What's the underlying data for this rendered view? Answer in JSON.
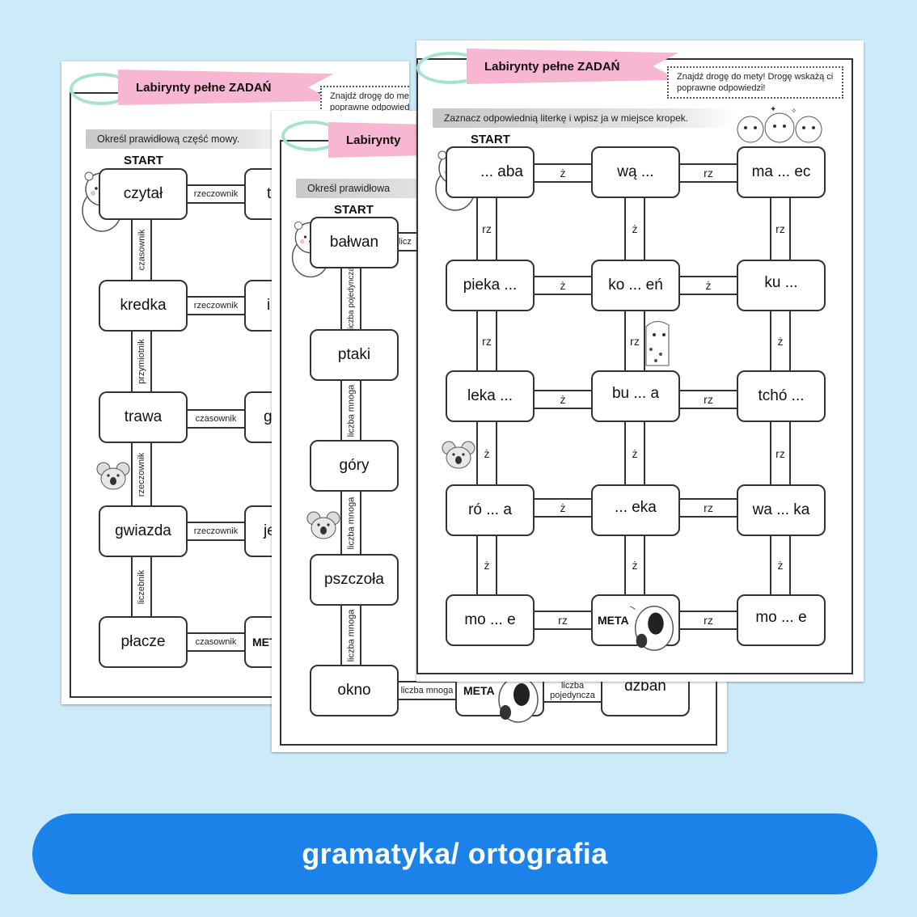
{
  "banner": {
    "text": "gramatyka/ ortografia"
  },
  "sheet1": {
    "ribbon": "Labirynty pełne ZADAŃ",
    "instruction_clip": [
      "Znajdź drogę do met",
      "poprawne odpowied"
    ],
    "subtitle": "Określ prawidłową część mowy.",
    "start": "START",
    "boxes": [
      "czytał",
      "kredka",
      "trawa",
      "gwiazda",
      "płacze"
    ],
    "right_partial": [
      "t",
      "i",
      "g",
      "je",
      "META"
    ],
    "h_connectors": [
      "rzeczownik",
      "rzeczownik",
      "czasownik",
      "rzeczownik",
      "czasownik"
    ],
    "v_connectors": [
      "czasownik",
      "przymiotnik",
      "rzeczownik",
      "liczebnik"
    ]
  },
  "sheet2": {
    "ribbon": "Labirynty",
    "subtitle": "Określ prawidłowa",
    "start": "START",
    "boxes": [
      "bałwan",
      "ptaki",
      "góry",
      "pszczoła",
      "okno"
    ],
    "partial_label": "licz",
    "v_connectors": [
      "liczba pojedyncza",
      "liczba mnoga",
      "liczba mnoga",
      "liczba mnoga"
    ],
    "bottom_connector": "liczba mnoga",
    "meta": "META",
    "bottom_right_connector": [
      "liczba",
      "pojedyncza"
    ],
    "dzban": "dzban"
  },
  "sheet3": {
    "ribbon": "Labirynty pełne ZADAŃ",
    "instruction": [
      "Znajdź drogę do mety! Drogę wskażą ci",
      "poprawne odpowiedzi!"
    ],
    "subtitle": "Zaznacz odpowiednią literkę i wpisz ja w miejsce kropek.",
    "start": "START",
    "grid": [
      [
        "... aba",
        "wą ...",
        "ma ... ec"
      ],
      [
        "pieka ...",
        "ko ... eń",
        "ku ..."
      ],
      [
        "leka ...",
        "bu ... a",
        "tchó ..."
      ],
      [
        "ró ... a",
        "... eka",
        "wa ... ka"
      ],
      [
        "mo ... e",
        "META",
        "mo ... e"
      ]
    ],
    "h_connectors": [
      [
        "ż",
        "rz"
      ],
      [
        "ż",
        "ż"
      ],
      [
        "ż",
        "rz"
      ],
      [
        "ż",
        "rz"
      ],
      [
        "rz",
        "rz"
      ]
    ],
    "v_connectors": [
      [
        "rz",
        "ż",
        "rz"
      ],
      [
        "rz",
        "rz",
        "ż"
      ],
      [
        "ż",
        "ż",
        "rz"
      ],
      [
        "ż",
        "ż",
        "ż"
      ]
    ]
  }
}
